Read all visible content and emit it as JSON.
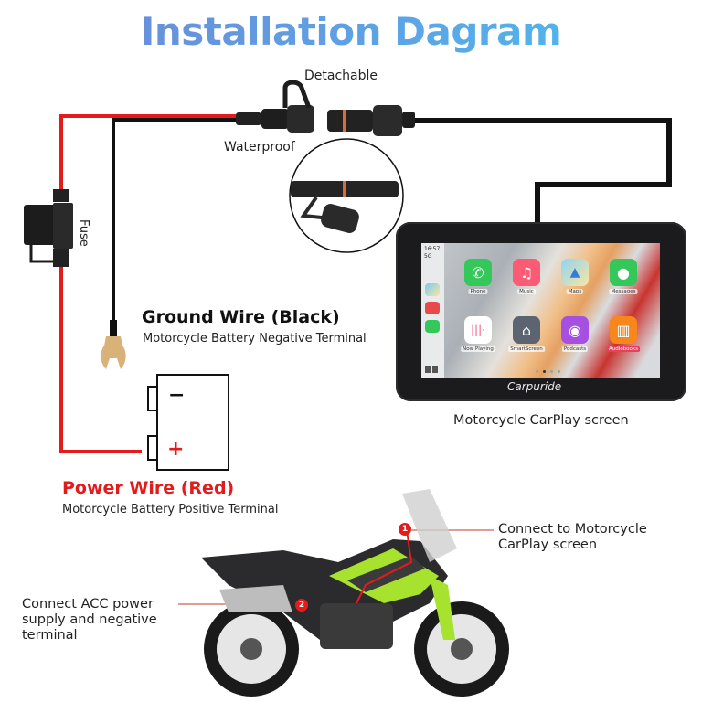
{
  "title": "Installation Dagram",
  "labels": {
    "detachable": "Detachable",
    "waterproof": "Waterproof",
    "fuse": "Fuse",
    "screen_caption": "Motorcycle CarPlay screen"
  },
  "ground_wire": {
    "heading": "Ground Wire (Black)",
    "subtitle": "Motorcycle Battery Negative Terminal"
  },
  "power_wire": {
    "heading": "Power Wire (Red)",
    "subtitle": "Motorcycle Battery Positive Terminal"
  },
  "battery": {
    "negative_symbol": "−",
    "positive_symbol": "+"
  },
  "carplay_screen": {
    "status": {
      "time": "16:57",
      "signal": "5G"
    },
    "brand": "Carpuride",
    "apps": [
      {
        "label": "Phone",
        "icon": "phone-icon",
        "color": "#34c759"
      },
      {
        "label": "Music",
        "icon": "music-icon",
        "color": "#fb5c74"
      },
      {
        "label": "Maps",
        "icon": "maps-icon",
        "color": "#7cc9f0"
      },
      {
        "label": "Messages",
        "icon": "messages-icon",
        "color": "#34c759"
      },
      {
        "label": "Now Playing",
        "icon": "now-playing-icon",
        "color": "#ffffff"
      },
      {
        "label": "SmartScreen",
        "icon": "home-icon",
        "color": "#5b6470"
      },
      {
        "label": "Podcasts",
        "icon": "podcasts-icon",
        "color": "#a550e0"
      },
      {
        "label": "Audiobooks",
        "icon": "audiobooks-icon",
        "color": "#f7861c"
      }
    ],
    "page_dots": 4,
    "active_dot": 2
  },
  "callouts": {
    "point1": {
      "number": "1",
      "text_line1": "Connect to Motorcycle",
      "text_line2": "CarPlay screen"
    },
    "point2": {
      "number": "2",
      "text_line1": "Connect ACC power",
      "text_line2": "supply and negative",
      "text_line3": "terminal"
    }
  },
  "colors": {
    "red_wire": "#e41b1b",
    "black_wire": "#111111",
    "title_start": "#6f86d6",
    "title_end": "#4cbfee",
    "bike_green": "#a6e22e"
  }
}
